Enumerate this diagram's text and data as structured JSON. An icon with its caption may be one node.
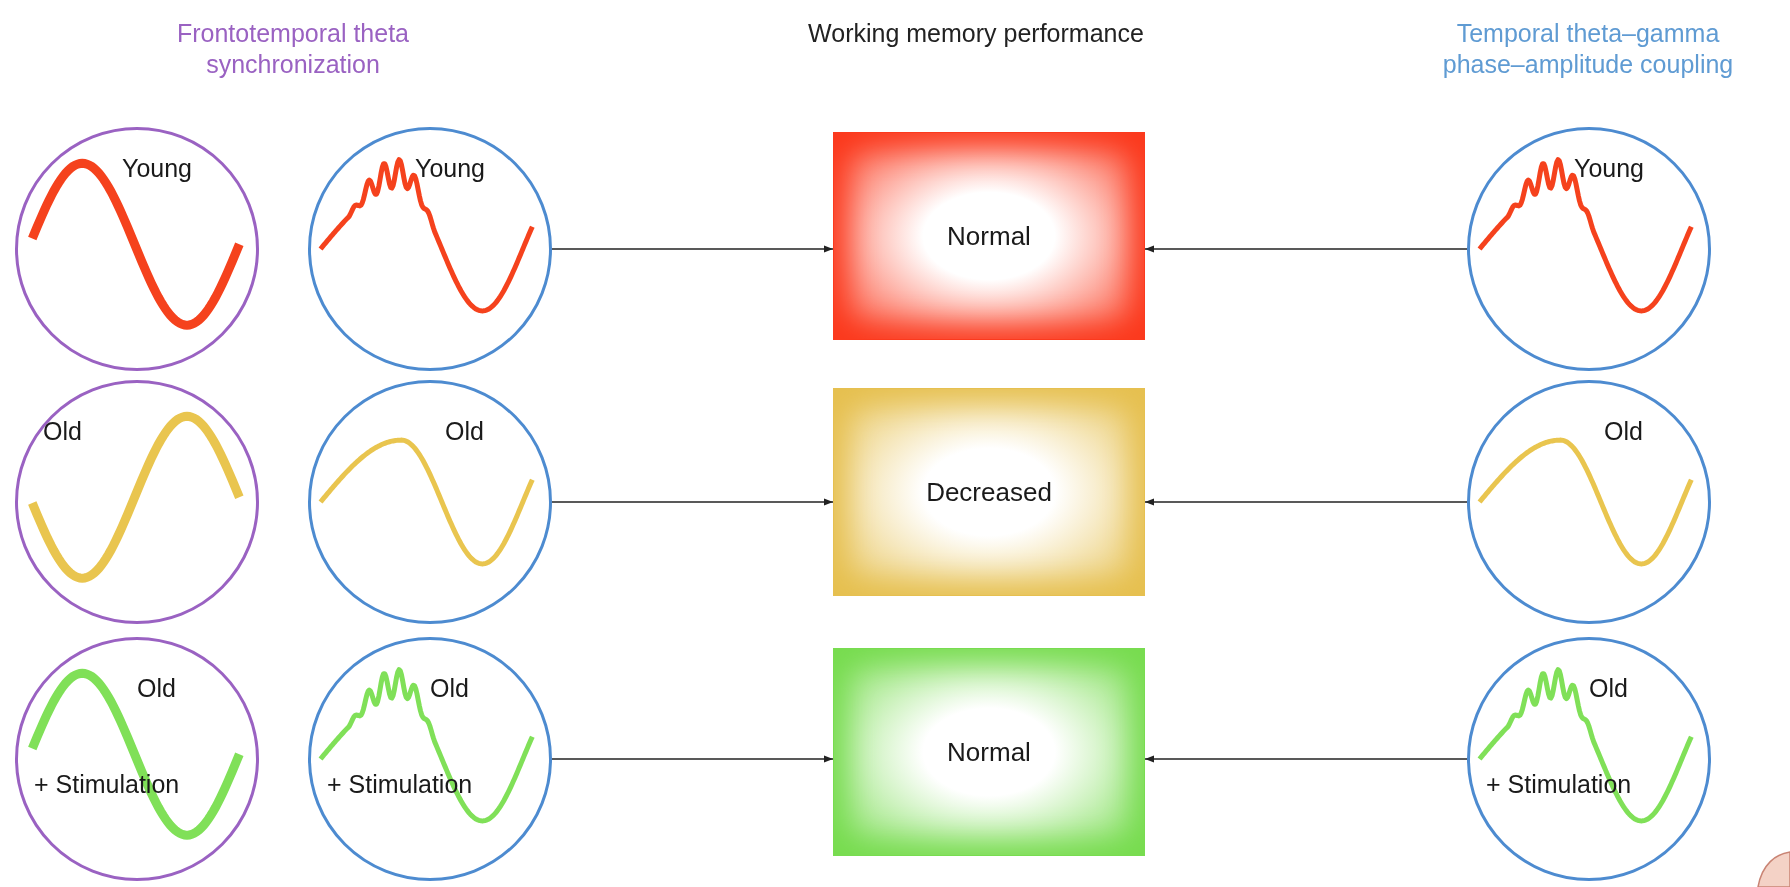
{
  "diagram": {
    "nodes": [
      {
        "text": [
          "Young"
        ]
      },
      {
        "text": [
          "Young"
        ]
      },
      {
        "text": [
          "Normal"
        ]
      },
      {
        "text": [
          "Young"
        ]
      },
      {
        "text": [
          "Old"
        ]
      },
      {
        "text": [
          "Old"
        ]
      },
      {
        "text": [
          "Decreased"
        ]
      },
      {
        "text": [
          "Old"
        ]
      },
      {
        "text": [
          "Old",
          "+ Stimulation"
        ]
      },
      {
        "text": [
          "Old",
          "+ Stimulation"
        ]
      },
      {
        "text": [
          "Normal"
        ]
      },
      {
        "text": [
          "Old",
          "+ Stimulation"
        ]
      }
    ],
    "edges": [
      {
        "from": 1,
        "to": 2,
        "arrow": "to"
      },
      {
        "from": 3,
        "to": 2,
        "arrow": "to"
      },
      {
        "from": 5,
        "to": 6,
        "arrow": "to"
      },
      {
        "from": 7,
        "to": 6,
        "arrow": "to"
      },
      {
        "from": 9,
        "to": 10,
        "arrow": "to"
      },
      {
        "from": 11,
        "to": 10,
        "arrow": "to"
      }
    ],
    "labels": [
      "Frontotemporal theta synchronization",
      "Working memory performance",
      "Temporal theta–gamma phase–amplitude coupling"
    ]
  }
}
